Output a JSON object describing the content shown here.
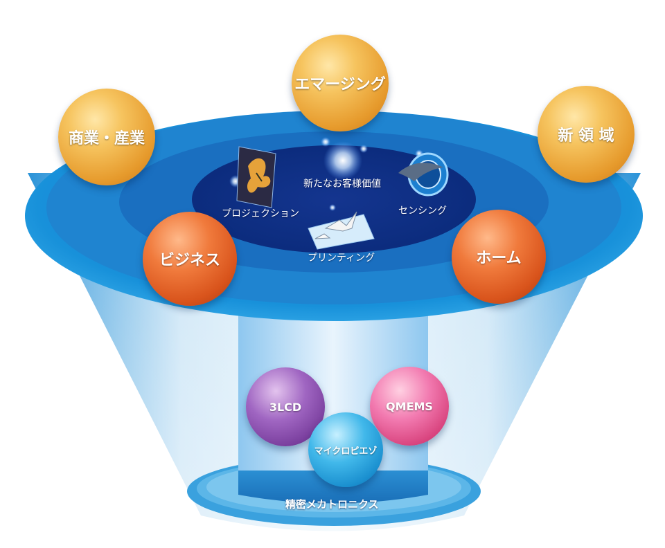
{
  "diagram": {
    "core_label": "新たなお客様価値",
    "inner_items": [
      {
        "label": "プロジェクション"
      },
      {
        "label": "センシング"
      },
      {
        "label": "プリンティング"
      }
    ],
    "outer_spheres": [
      {
        "label": "商業・産業"
      },
      {
        "label": "エマージング"
      },
      {
        "label": "新 領 域"
      }
    ],
    "mid_spheres": [
      {
        "label": "ビジネス"
      },
      {
        "label": "ホーム"
      }
    ],
    "tech_spheres": [
      {
        "label": "3LCD"
      },
      {
        "label": "QMEMS"
      },
      {
        "label": "マイクロピエゾ"
      }
    ],
    "base_label": "精密メカトロニクス",
    "colors": {
      "disc_outer": "#1a8fd6",
      "disc_inner": "#0f5fb4",
      "core": "#0a2f8c",
      "orange": "#e9a43a",
      "red": "#e0632a",
      "purple": "#8a4db0",
      "pink": "#e65b94",
      "cyan": "#2aa6e0"
    }
  }
}
